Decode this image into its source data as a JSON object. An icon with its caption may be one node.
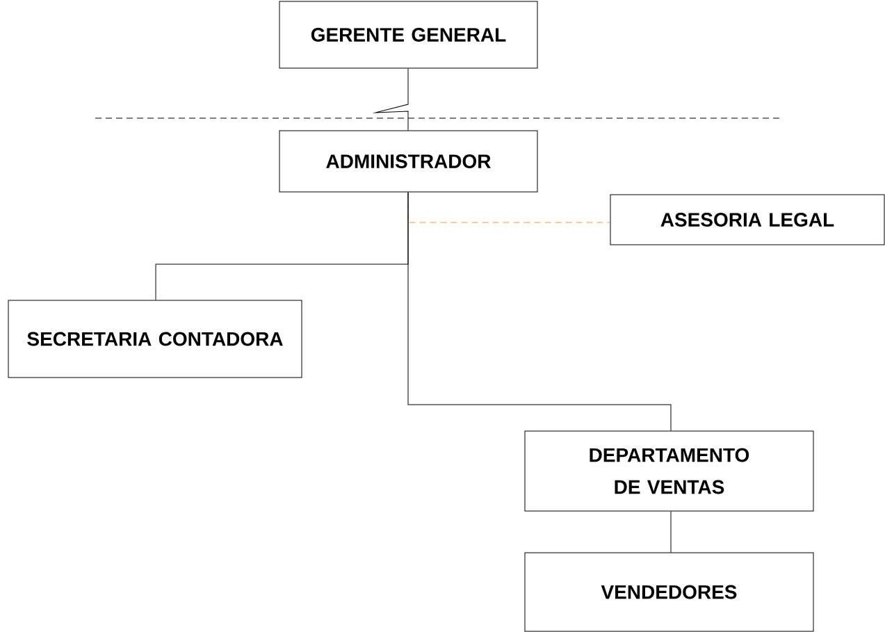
{
  "diagram": {
    "nodes": [
      {
        "text": [
          "GERENTE GENERAL"
        ]
      },
      {
        "text": [
          "ADMINISTRADOR"
        ]
      },
      {
        "text": [
          "ASESORIA LEGAL"
        ]
      },
      {
        "text": [
          "SECRETARIA CONTADORA"
        ]
      },
      {
        "text": [
          "DEPARTAMENTO DE VENTAS"
        ]
      },
      {
        "text": [
          "VENDEDORES"
        ]
      }
    ],
    "edges": [
      {
        "from": 0,
        "to": 1,
        "arrow": "none"
      },
      {
        "from": 1,
        "to": 2,
        "arrow": "none",
        "style": "dashed",
        "color": "#f79646"
      },
      {
        "from": 1,
        "to": 3,
        "arrow": "none"
      },
      {
        "from": 1,
        "to": 4,
        "arrow": "none"
      },
      {
        "from": 4,
        "to": 5,
        "arrow": "none"
      }
    ]
  }
}
